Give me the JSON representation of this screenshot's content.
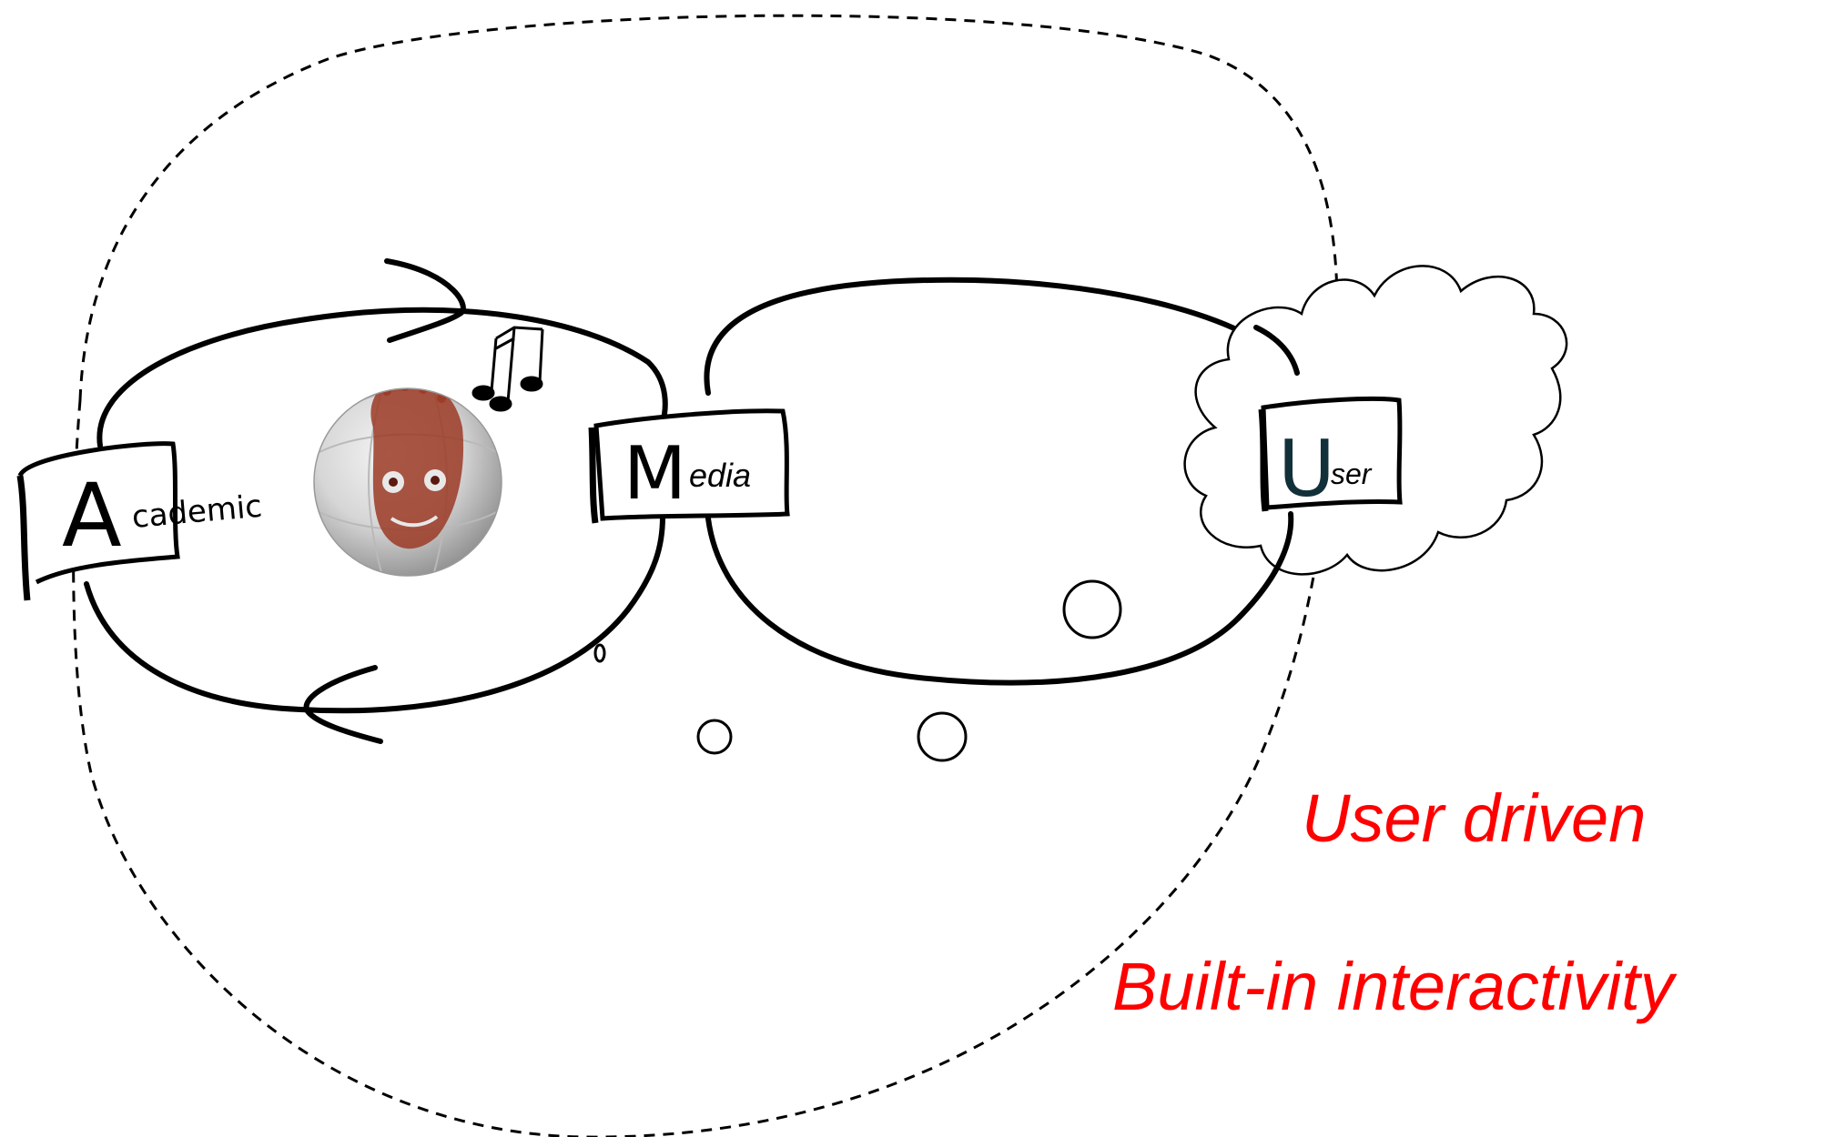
{
  "boxes": {
    "academic": {
      "big_letter": "A",
      "rest": "cademic"
    },
    "media": {
      "big_letter": "M",
      "rest": "edia"
    },
    "user": {
      "big_letter": "U",
      "rest": "ser"
    }
  },
  "captions": {
    "line1": "User driven",
    "line2": "Built-in interactivity"
  },
  "colors": {
    "ink": "#000000",
    "caption": "#ff0000",
    "user_letter": "#12303a",
    "ball_face": "#9c3a26"
  },
  "icons": [
    "music-notes-icon",
    "volleyball-face-image",
    "thought-cloud",
    "thought-bubbles"
  ]
}
